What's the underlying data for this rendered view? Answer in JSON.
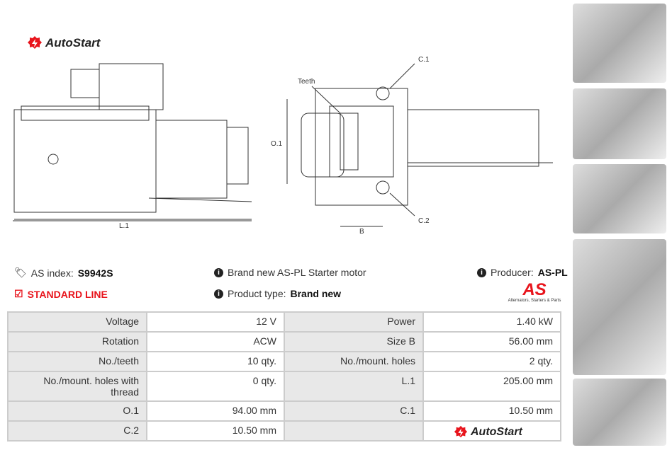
{
  "brand": {
    "logo_text": "AutoStart",
    "as_logo_text": "AS",
    "as_logo_sub": "Alternators, Starters & Parts"
  },
  "drawing": {
    "left_label": "L.1",
    "teeth": "Teeth",
    "c1": "C.1",
    "c2": "C.2",
    "o1": "O.1",
    "b": "B"
  },
  "info": {
    "as_index_label": "AS index:",
    "as_index_value": "S9942S",
    "line": "STANDARD LINE",
    "description": "Brand new AS-PL Starter motor",
    "product_type_label": "Product type:",
    "product_type_value": "Brand new",
    "producer_label": "Producer:",
    "producer_value": "AS-PL"
  },
  "specs": [
    [
      "Voltage",
      "12 V",
      "Power",
      "1.40 kW"
    ],
    [
      "Rotation",
      "ACW",
      "Size B",
      "56.00 mm"
    ],
    [
      "No./teeth",
      "10 qty.",
      "No./mount. holes",
      "2 qty."
    ],
    [
      "No./mount. holes with thread",
      "0 qty.",
      "L.1",
      "205.00 mm"
    ],
    [
      "O.1",
      "94.00 mm",
      "C.1",
      "10.50 mm"
    ],
    [
      "C.2",
      "10.50 mm",
      "",
      ""
    ]
  ],
  "colors": {
    "accent": "#e8141c"
  }
}
